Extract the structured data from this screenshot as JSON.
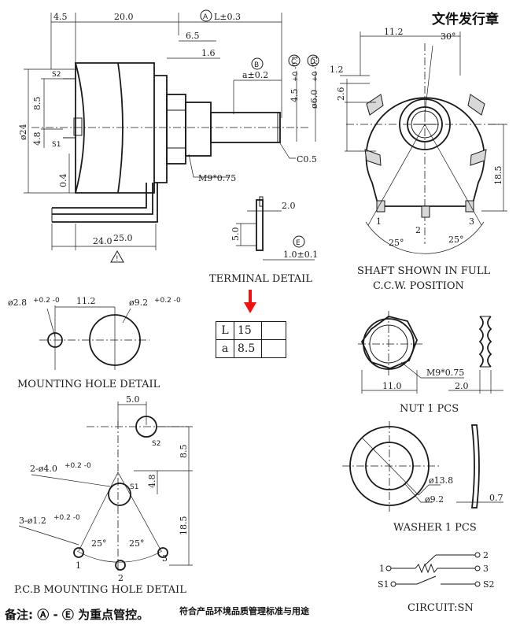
{
  "header": {
    "title": "文件发行章"
  },
  "side_view": {
    "dim_45": "4.5",
    "dim_200": "20.0",
    "dim_L": "L±0.3",
    "label_A": "A",
    "dim_65": "6.5",
    "dim_16": "1.6",
    "label_B": "B",
    "dim_a": "a±0.2",
    "label_C": "C",
    "label_D": "D",
    "dim_45c": "4.5",
    "dim_45c_tol": "+0 -0.1",
    "dim_d6": "ø6.0",
    "dim_d6_tol": "+0 -0.1",
    "dim_85": "8.5",
    "dim_d24": "ø24",
    "dim_48": "4.8",
    "dim_04": "0.4",
    "label_s2": "S2",
    "label_s1": "S1",
    "thread": "M9*0.75",
    "chamfer": "C0.5",
    "dim_240": "24.0",
    "dim_250": "25.0",
    "warn_mark": "!"
  },
  "terminal_detail": {
    "dim_20": "2.0",
    "dim_50": "5.0",
    "label_E": "E",
    "dim_10": "1.0±0.1",
    "title": "TERMINAL DETAIL"
  },
  "shaft_view": {
    "dim_112": "11.2",
    "angle_30": "30°",
    "dim_12": "1.2",
    "dim_26": "2.6",
    "dim_185": "18.5",
    "pin1": "1",
    "pin2": "2",
    "pin3": "3",
    "angle_a": "25°",
    "angle_b": "25°",
    "title_1": "SHAFT SHOWN IN FULL",
    "title_2": "C.C.W. POSITION"
  },
  "table": {
    "rows": [
      {
        "k": "L",
        "v": "15"
      },
      {
        "k": "a",
        "v": "8.5"
      }
    ]
  },
  "mounting_hole": {
    "d28": "ø2.8",
    "d28_tol": "+0.2 -0",
    "dim_112": "11.2",
    "d92": "ø9.2",
    "d92_tol": "+0.2 -0",
    "title": "MOUNTING HOLE DETAIL"
  },
  "nut": {
    "thread": "M9*0.75",
    "dim_110": "11.0",
    "dim_20": "2.0",
    "title": "NUT 1 PCS"
  },
  "pcb": {
    "dim_50": "5.0",
    "label_s2": "S2",
    "label_s1": "S1",
    "dim_85": "8.5",
    "d40": "2-ø4.0",
    "d40_tol": "+0.2 -0",
    "dim_48": "4.8",
    "dim_185": "18.5",
    "d12": "3-ø1.2",
    "d12_tol": "+0.2 -0",
    "angle_a": "25°",
    "angle_b": "25°",
    "pin1": "1",
    "pin2": "2",
    "pin3": "3",
    "title": "P.C.B  MOUNTING HOLE DETAIL"
  },
  "washer": {
    "d138": "ø13.8",
    "d92": "ø9.2",
    "dim_07": "0.7",
    "title": "WASHER 1 PCS"
  },
  "circuit": {
    "p1": "1",
    "p2": "2",
    "p3": "3",
    "s1": "S1",
    "s2": "S2",
    "title": "CIRCUIT:SN"
  },
  "notes": {
    "remark": "备注: Ⓐ - Ⓔ 为重点管控。",
    "compliance": "符合产品环境品质管理标准与用途"
  }
}
